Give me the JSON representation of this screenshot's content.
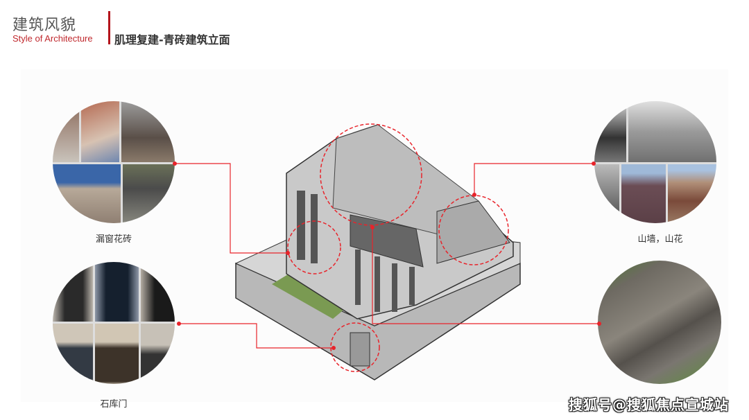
{
  "header": {
    "title": "建筑风貌",
    "subtitle": "Style of Architecture",
    "section_title": "肌理复建-青砖建筑立面"
  },
  "callouts": [
    {
      "id": "lattice-windows",
      "label": "漏窗花砖",
      "side": "left",
      "position": "top"
    },
    {
      "id": "shikumen",
      "label": "石库门",
      "side": "left",
      "position": "bottom"
    },
    {
      "id": "gable-wall",
      "label": "山墙，山花",
      "side": "right",
      "position": "top"
    },
    {
      "id": "roof-photo",
      "label": "",
      "side": "right",
      "position": "bottom"
    }
  ],
  "diagram": {
    "description": "Isometric drawing of grey-brick two-storey building with courtyard wall",
    "highlight_color": "#e8232a",
    "lawn_color": "#7a9a52"
  },
  "watermark": "搜狐号@搜狐焦点宣城站",
  "colors": {
    "accent": "#b4141c",
    "line": "#e8232a",
    "text": "#333333"
  }
}
